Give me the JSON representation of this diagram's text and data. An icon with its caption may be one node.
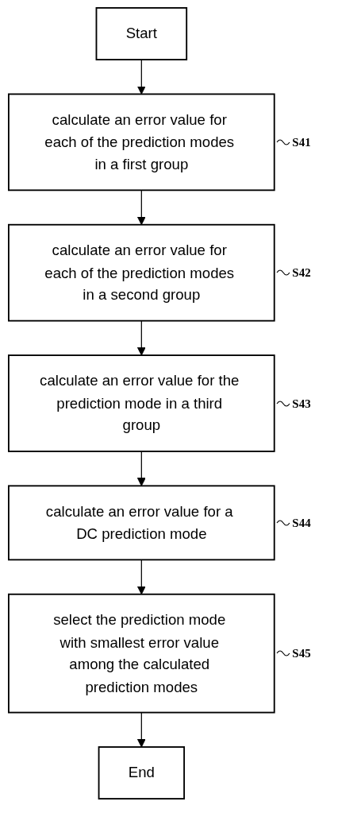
{
  "diagram": {
    "nodes": [
      {
        "text": [
          "Start"
        ]
      },
      {
        "text": [
          "calculate an error value for each of the prediction modes in a first group"
        ],
        "beside": [
          "S41"
        ]
      },
      {
        "text": [
          "calculate an error value for each of the prediction modes in a second group"
        ],
        "beside": [
          "S42"
        ]
      },
      {
        "text": [
          "calculate an error value for the prediction mode in a third group"
        ],
        "beside": [
          "S43"
        ]
      },
      {
        "text": [
          "calculate an error value for a DC prediction mode"
        ],
        "beside": [
          "S44"
        ]
      },
      {
        "text": [
          "select the prediction mode with smallest error value among the calculated prediction modes"
        ],
        "beside": [
          "S45"
        ]
      },
      {
        "text": [
          "End"
        ]
      }
    ],
    "edges": [
      {
        "from": 0,
        "to": 1,
        "arrow": "to"
      },
      {
        "from": 1,
        "to": 2,
        "arrow": "to"
      },
      {
        "from": 2,
        "to": 3,
        "arrow": "to"
      },
      {
        "from": 3,
        "to": 4,
        "arrow": "to"
      },
      {
        "from": 4,
        "to": 5,
        "arrow": "to"
      },
      {
        "from": 5,
        "to": 6,
        "arrow": "to"
      }
    ]
  }
}
